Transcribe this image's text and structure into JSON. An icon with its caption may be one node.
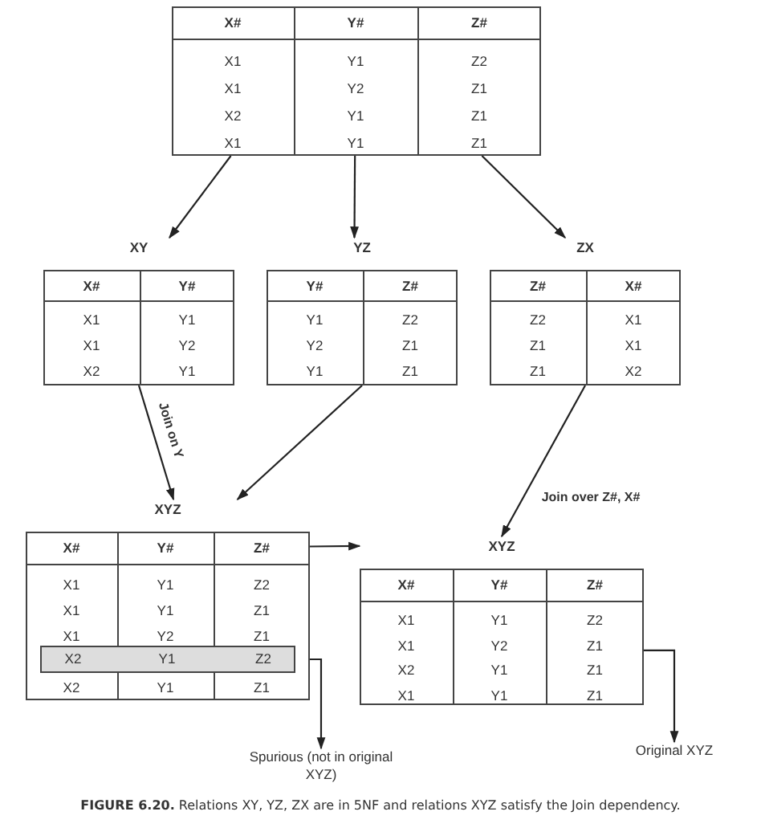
{
  "diagram": {
    "caption": "**FIGURE 6.20.** Relations XY, YZ, ZX are in 5NF and relations XYZ satisfy the Join dependency.",
    "nodes": [
      {
        "text": [
          "X#",
          "Y#",
          "Z#",
          "X1",
          "Y1",
          "Z2",
          "X1",
          "Y2",
          "Z1",
          "X2",
          "Y1",
          "Z1",
          "X1",
          "Y1",
          "Z1"
        ]
      },
      {
        "text": [
          "XY",
          "X#",
          "Y#",
          "X1",
          "Y1",
          "X1",
          "Y2",
          "X2",
          "Y1"
        ]
      },
      {
        "text": [
          "YZ",
          "Y#",
          "Z#",
          "Y1",
          "Z2",
          "Y2",
          "Z1",
          "Y1",
          "Z1"
        ]
      },
      {
        "text": [
          "ZX",
          "Z#",
          "X#",
          "Z2",
          "X1",
          "Z1",
          "X1",
          "Z1",
          "X2"
        ]
      },
      {
        "text": [
          "XYZ",
          "X#",
          "Y#",
          "Z#",
          "X1",
          "Y1",
          "Z2",
          "X1",
          "Y1",
          "Z1",
          "X1",
          "Y2",
          "Z1",
          "X2",
          "Y1",
          "Z1"
        ]
      },
      {
        "text": [
          "X2",
          "Y1",
          "Z2"
        ],
        "in": 4
      },
      {
        "text": [
          "XYZ",
          "X#",
          "Y#",
          "Z#",
          "X1",
          "Y1",
          "Z2",
          "X1",
          "Y2",
          "Z1",
          "X2",
          "Y1",
          "Z1",
          "X1",
          "Y1",
          "Z1"
        ]
      },
      {
        "text": [
          "Spurious (not in original XYZ)"
        ]
      },
      {
        "text": [
          "Original XYZ"
        ]
      }
    ],
    "edges": [
      {
        "from": 0,
        "to": 1,
        "arrow": "to"
      },
      {
        "from": 0,
        "to": 2,
        "arrow": "to"
      },
      {
        "from": 0,
        "to": 3,
        "arrow": "to"
      },
      {
        "from": 1,
        "to": 4,
        "arrow": "to",
        "label": "Join on Y"
      },
      {
        "from": 2,
        "to": 4,
        "arrow": "to"
      },
      {
        "from": 3,
        "to": 6,
        "arrow": "to",
        "label": "Join over Z#, X#"
      },
      {
        "from": 4,
        "to": 6,
        "arrow": "to"
      },
      {
        "from": 5,
        "to": 7,
        "arrow": "to"
      },
      {
        "from": 6,
        "to": 8,
        "arrow": "to"
      }
    ]
  }
}
